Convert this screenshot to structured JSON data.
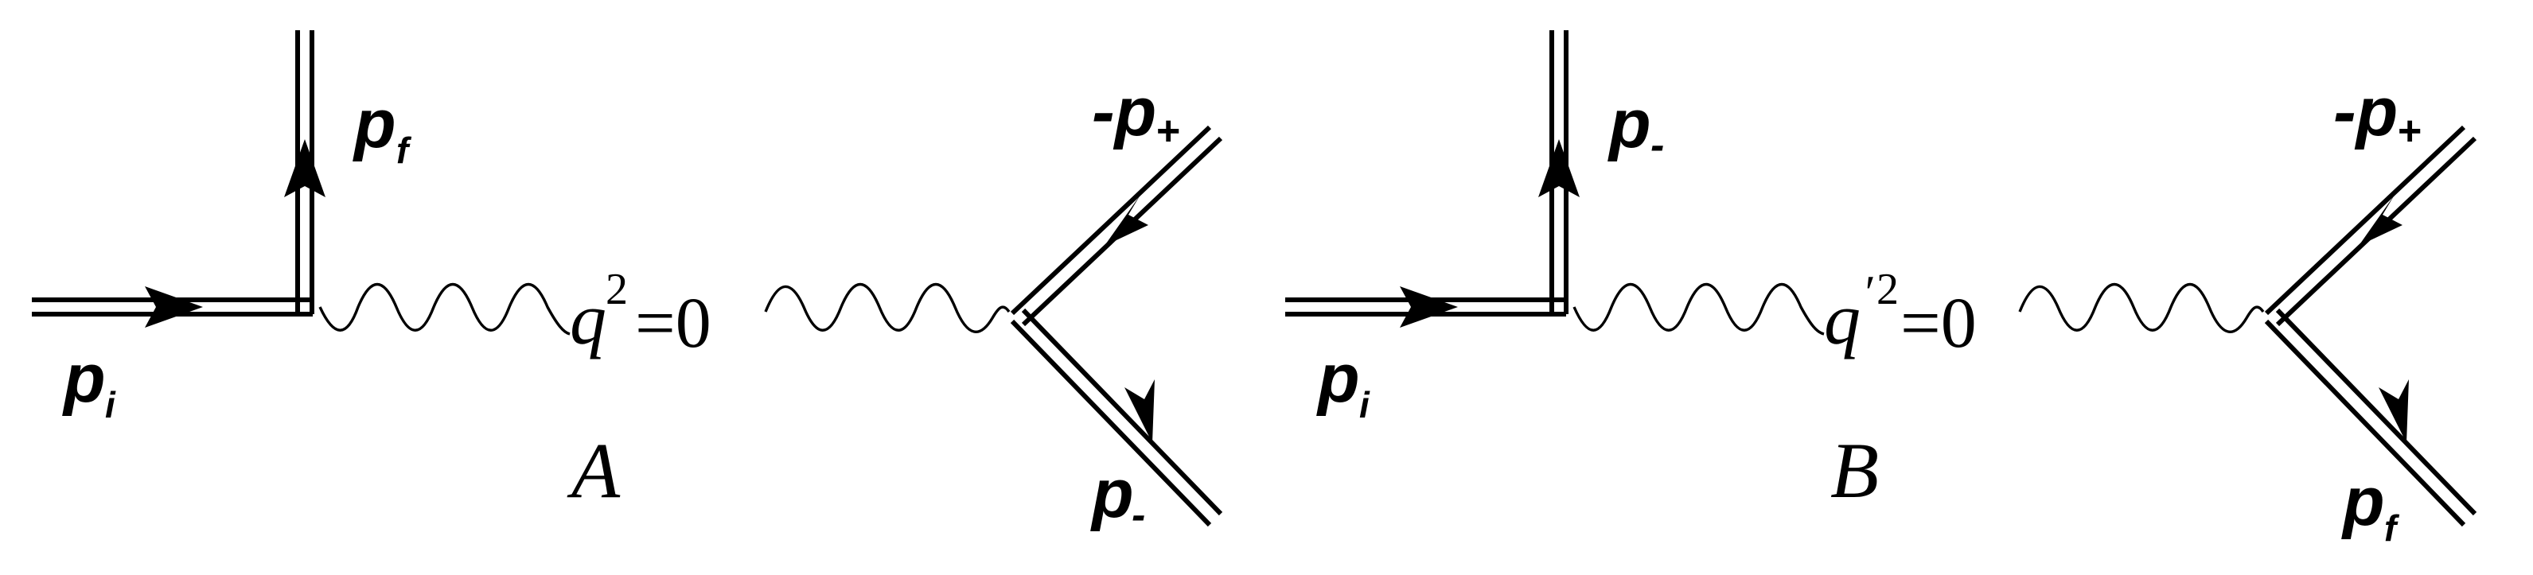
{
  "diagrams": [
    {
      "name": "A",
      "incoming": {
        "symbol": "p",
        "sub": "i"
      },
      "vertical": {
        "symbol": "p",
        "sub": "f"
      },
      "propagator": {
        "symbol": "q",
        "prime": "",
        "power": "2",
        "rest": "=0"
      },
      "upper_right": {
        "symbol": "-p",
        "sub": "+"
      },
      "lower_right": {
        "symbol": "p",
        "sub": "-"
      }
    },
    {
      "name": "B",
      "incoming": {
        "symbol": "p",
        "sub": "i"
      },
      "vertical": {
        "symbol": "p",
        "sub": "-"
      },
      "propagator": {
        "symbol": "q",
        "prime": "′",
        "power": "2",
        "rest": "=0"
      },
      "upper_right": {
        "symbol": "-p",
        "sub": "+"
      },
      "lower_right": {
        "symbol": "p",
        "sub": "f"
      }
    }
  ],
  "colors": {
    "ink": "#000000",
    "background": "#ffffff"
  }
}
